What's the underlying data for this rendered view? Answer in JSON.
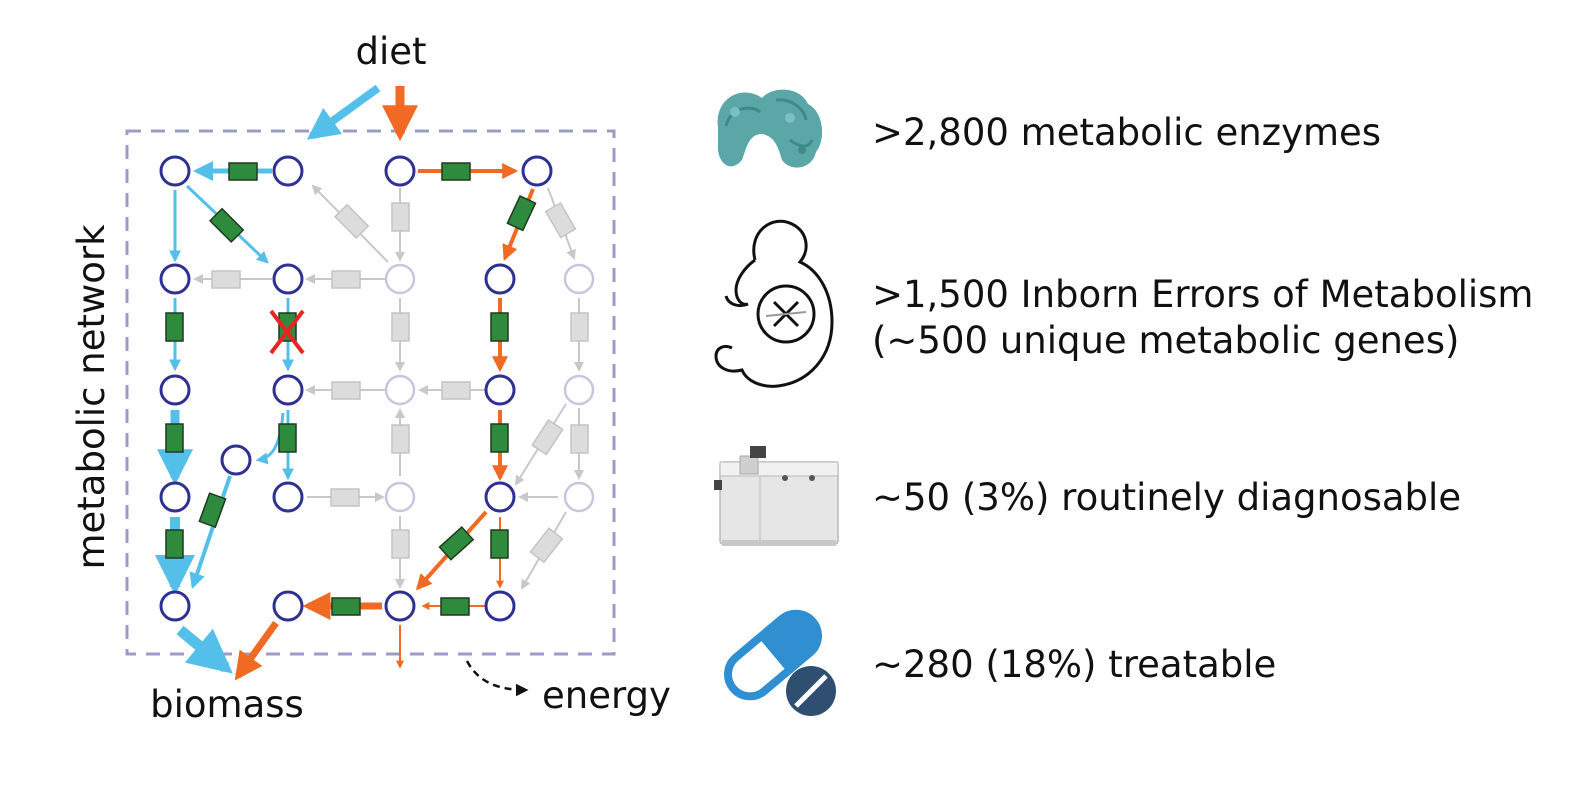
{
  "labels": {
    "diet": "diet",
    "biomass": "biomass",
    "energy": "energy",
    "network": "metabolic network"
  },
  "stats": [
    {
      "icon": "enzyme-protein-icon",
      "lines": [
        ">2,800 metabolic enzymes"
      ]
    },
    {
      "icon": "fetus-icon",
      "lines": [
        ">1,500 Inborn Errors of Metabolism",
        "(~500 unique metabolic genes)"
      ]
    },
    {
      "icon": "mass-spectrometer-icon",
      "lines": [
        "~50 (3%) routinely diagnosable"
      ]
    },
    {
      "icon": "pill-capsule-icon",
      "lines": [
        "~280 (18%) treatable"
      ]
    }
  ],
  "colors": {
    "blue_flux": "#54c0ea",
    "orange_flux": "#f06a24",
    "node_active": "#2e3192",
    "node_inactive": "#c5c7dd",
    "enzyme_active": "#2e8b3d",
    "enzyme_inactive": "#dcdcdc",
    "boundary": "#9b9bc7",
    "knockout": "#e52521",
    "enzyme_icon": "#5ba7a8",
    "pill_blue": "#2f8fd0",
    "pill_dark": "#2f4f70"
  }
}
